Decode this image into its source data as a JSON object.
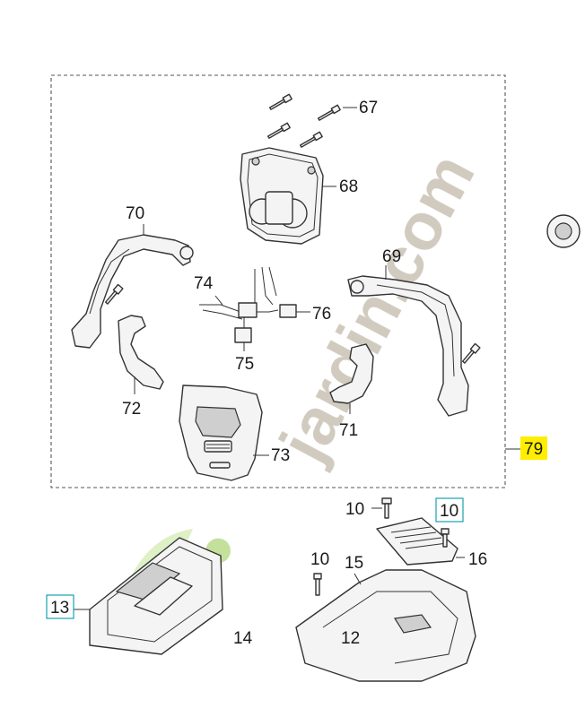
{
  "callouts": {
    "p67": "67",
    "p68": "68",
    "p70": "70",
    "p69": "69",
    "p74": "74",
    "p76": "76",
    "p75": "75",
    "p72": "72",
    "p71": "71",
    "p73": "73",
    "p79": "79",
    "p10a": "10",
    "p10b": "10",
    "p10c": "10",
    "p16": "16",
    "p15": "15",
    "p13": "13",
    "p14": "14",
    "p12": "12"
  },
  "watermark": {
    "text": "jardin.com"
  },
  "colors": {
    "highlight": "#ffee00",
    "box_border": "#1aa0b0",
    "watermark_green": "#b9dc8a",
    "watermark_gray": "#c9c2b4"
  }
}
